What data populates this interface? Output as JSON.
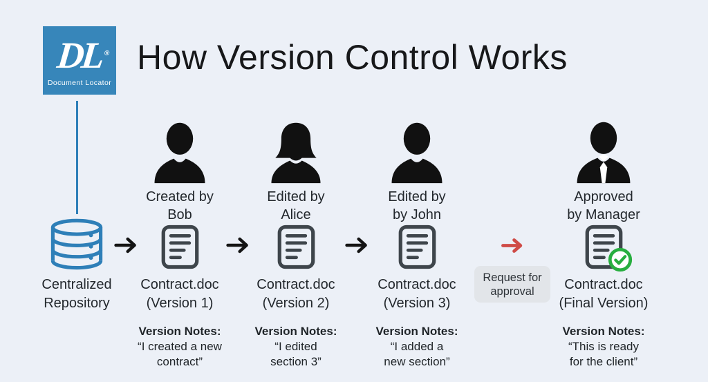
{
  "colors": {
    "background": "#ecf0f7",
    "logo_blue": "#3786ba",
    "repository_blue": "#2e7fb8",
    "document_gray": "#3e454b",
    "arrow_black": "#141414",
    "arrow_red": "#cf4b47",
    "check_green": "#27ae3f",
    "request_box_bg": "#e2e5e9"
  },
  "icons": {
    "repository": "database-icon",
    "step_arrow": "arrow-right-icon",
    "approval_arrow": "arrow-right-red-icon",
    "document": "document-icon",
    "approved_badge": "check-circle-icon",
    "person_male": "person-male-icon",
    "person_female": "person-female-icon",
    "person_manager": "person-manager-icon"
  },
  "logo": {
    "monogram": "DL",
    "registered": "®",
    "caption": "Document Locator"
  },
  "header": {
    "title": "How Version Control Works"
  },
  "repository": {
    "line1": "Centralized",
    "line2": "Repository"
  },
  "request": {
    "line1": "Request for",
    "line2": "approval"
  },
  "steps": [
    {
      "person_icon": "person-male-icon",
      "person_line1": "Created by",
      "person_line2": "Bob",
      "doc_line1": "Contract.doc",
      "doc_line2": "(Version 1)",
      "notes_title": "Version Notes:",
      "note_line1": "“I created a new",
      "note_line2": "contract”"
    },
    {
      "person_icon": "person-female-icon",
      "person_line1": "Edited by",
      "person_line2": "Alice",
      "doc_line1": "Contract.doc",
      "doc_line2": "(Version 2)",
      "notes_title": "Version Notes:",
      "note_line1": "“I edited",
      "note_line2": "section 3”"
    },
    {
      "person_icon": "person-male-icon",
      "person_line1": "Edited by",
      "person_line2": "by John",
      "doc_line1": "Contract.doc",
      "doc_line2": "(Version 3)",
      "notes_title": "Version Notes:",
      "note_line1": "“I added a",
      "note_line2": "new section”"
    },
    {
      "person_icon": "person-manager-icon",
      "person_line1": "Approved",
      "person_line2": "by Manager",
      "doc_line1": "Contract.doc",
      "doc_line2": "(Final Version)",
      "notes_title": "Version Notes:",
      "note_line1": "“This is ready",
      "note_line2": "for the client”"
    }
  ]
}
